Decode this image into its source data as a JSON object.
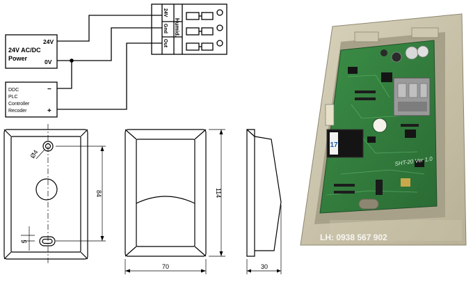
{
  "wiring": {
    "power_label_1": "24V AC/DC",
    "power_label_2": "Power",
    "power_24v": "24V",
    "power_0v": "0V",
    "ctrl_line_1": "DDC",
    "ctrl_line_2": "PLC",
    "ctrl_line_3": "Controller",
    "ctrl_line_4": "Recoder",
    "ctrl_minus": "−",
    "ctrl_plus": "+",
    "terminal_24v": "24V",
    "terminal_gnd": "Gnd",
    "terminal_out": "Out",
    "terminal_title": "Humid."
  },
  "drawing": {
    "dim_hole": "Ø4",
    "dim_84": "84",
    "dim_5": "5",
    "dim_114": "114",
    "dim_70": "70",
    "dim_30": "30"
  },
  "photo": {
    "board_text": "SHT-20 Ver 1.0",
    "chip_label": "17",
    "contact": "LH: 0938 567 902"
  },
  "colors": {
    "pcb": "#2f7d3c",
    "housing": "#c9c2a9",
    "terminal_block": "#9a9a9a"
  }
}
